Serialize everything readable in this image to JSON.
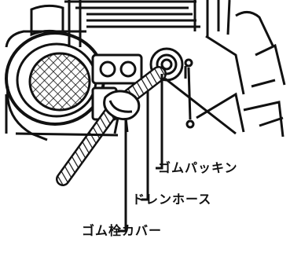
{
  "labels": {
    "gasket": "ゴムパッキン",
    "drain_hose": "ドレンホース",
    "plug_cover": "ゴム栓カバー"
  },
  "colors": {
    "line": "#111111",
    "background": "#ffffff"
  }
}
